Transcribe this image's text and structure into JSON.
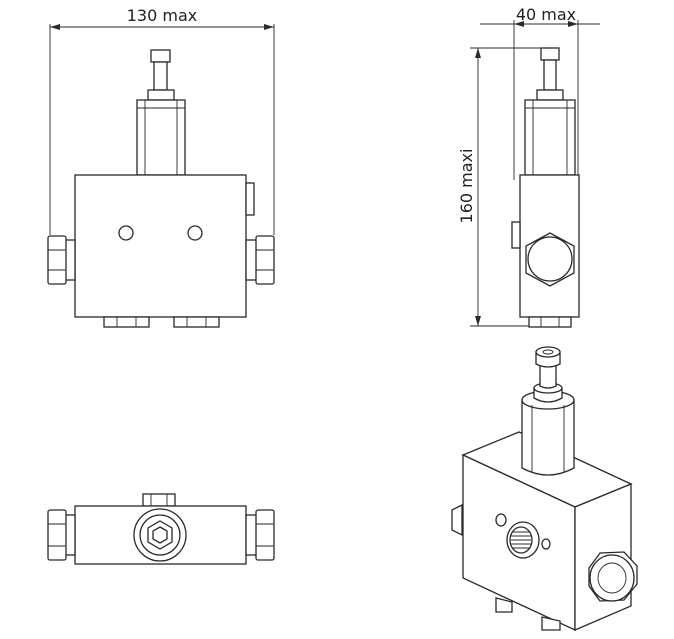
{
  "dimensions": {
    "width_label": "130 max",
    "depth_label": "40 max",
    "height_label": "160 maxi"
  },
  "views": {
    "front": "front-view",
    "side": "side-view",
    "top": "top-view",
    "iso": "isometric-view"
  },
  "colors": {
    "line": "#2a2a2a",
    "background": "#ffffff"
  }
}
